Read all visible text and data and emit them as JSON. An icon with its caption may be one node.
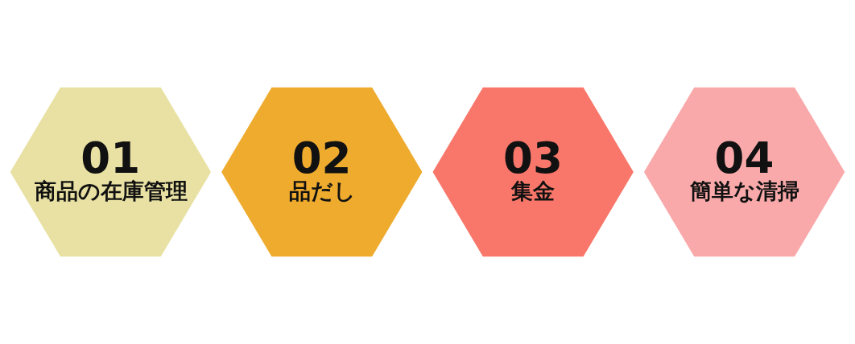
{
  "diagram": {
    "nodes": [
      {
        "text": [
          "01",
          "商品の在庫管理"
        ]
      },
      {
        "text": [
          "02",
          "品だし"
        ]
      },
      {
        "text": [
          "03",
          "集金"
        ]
      },
      {
        "text": [
          "04",
          "簡単な清掃"
        ]
      }
    ]
  }
}
